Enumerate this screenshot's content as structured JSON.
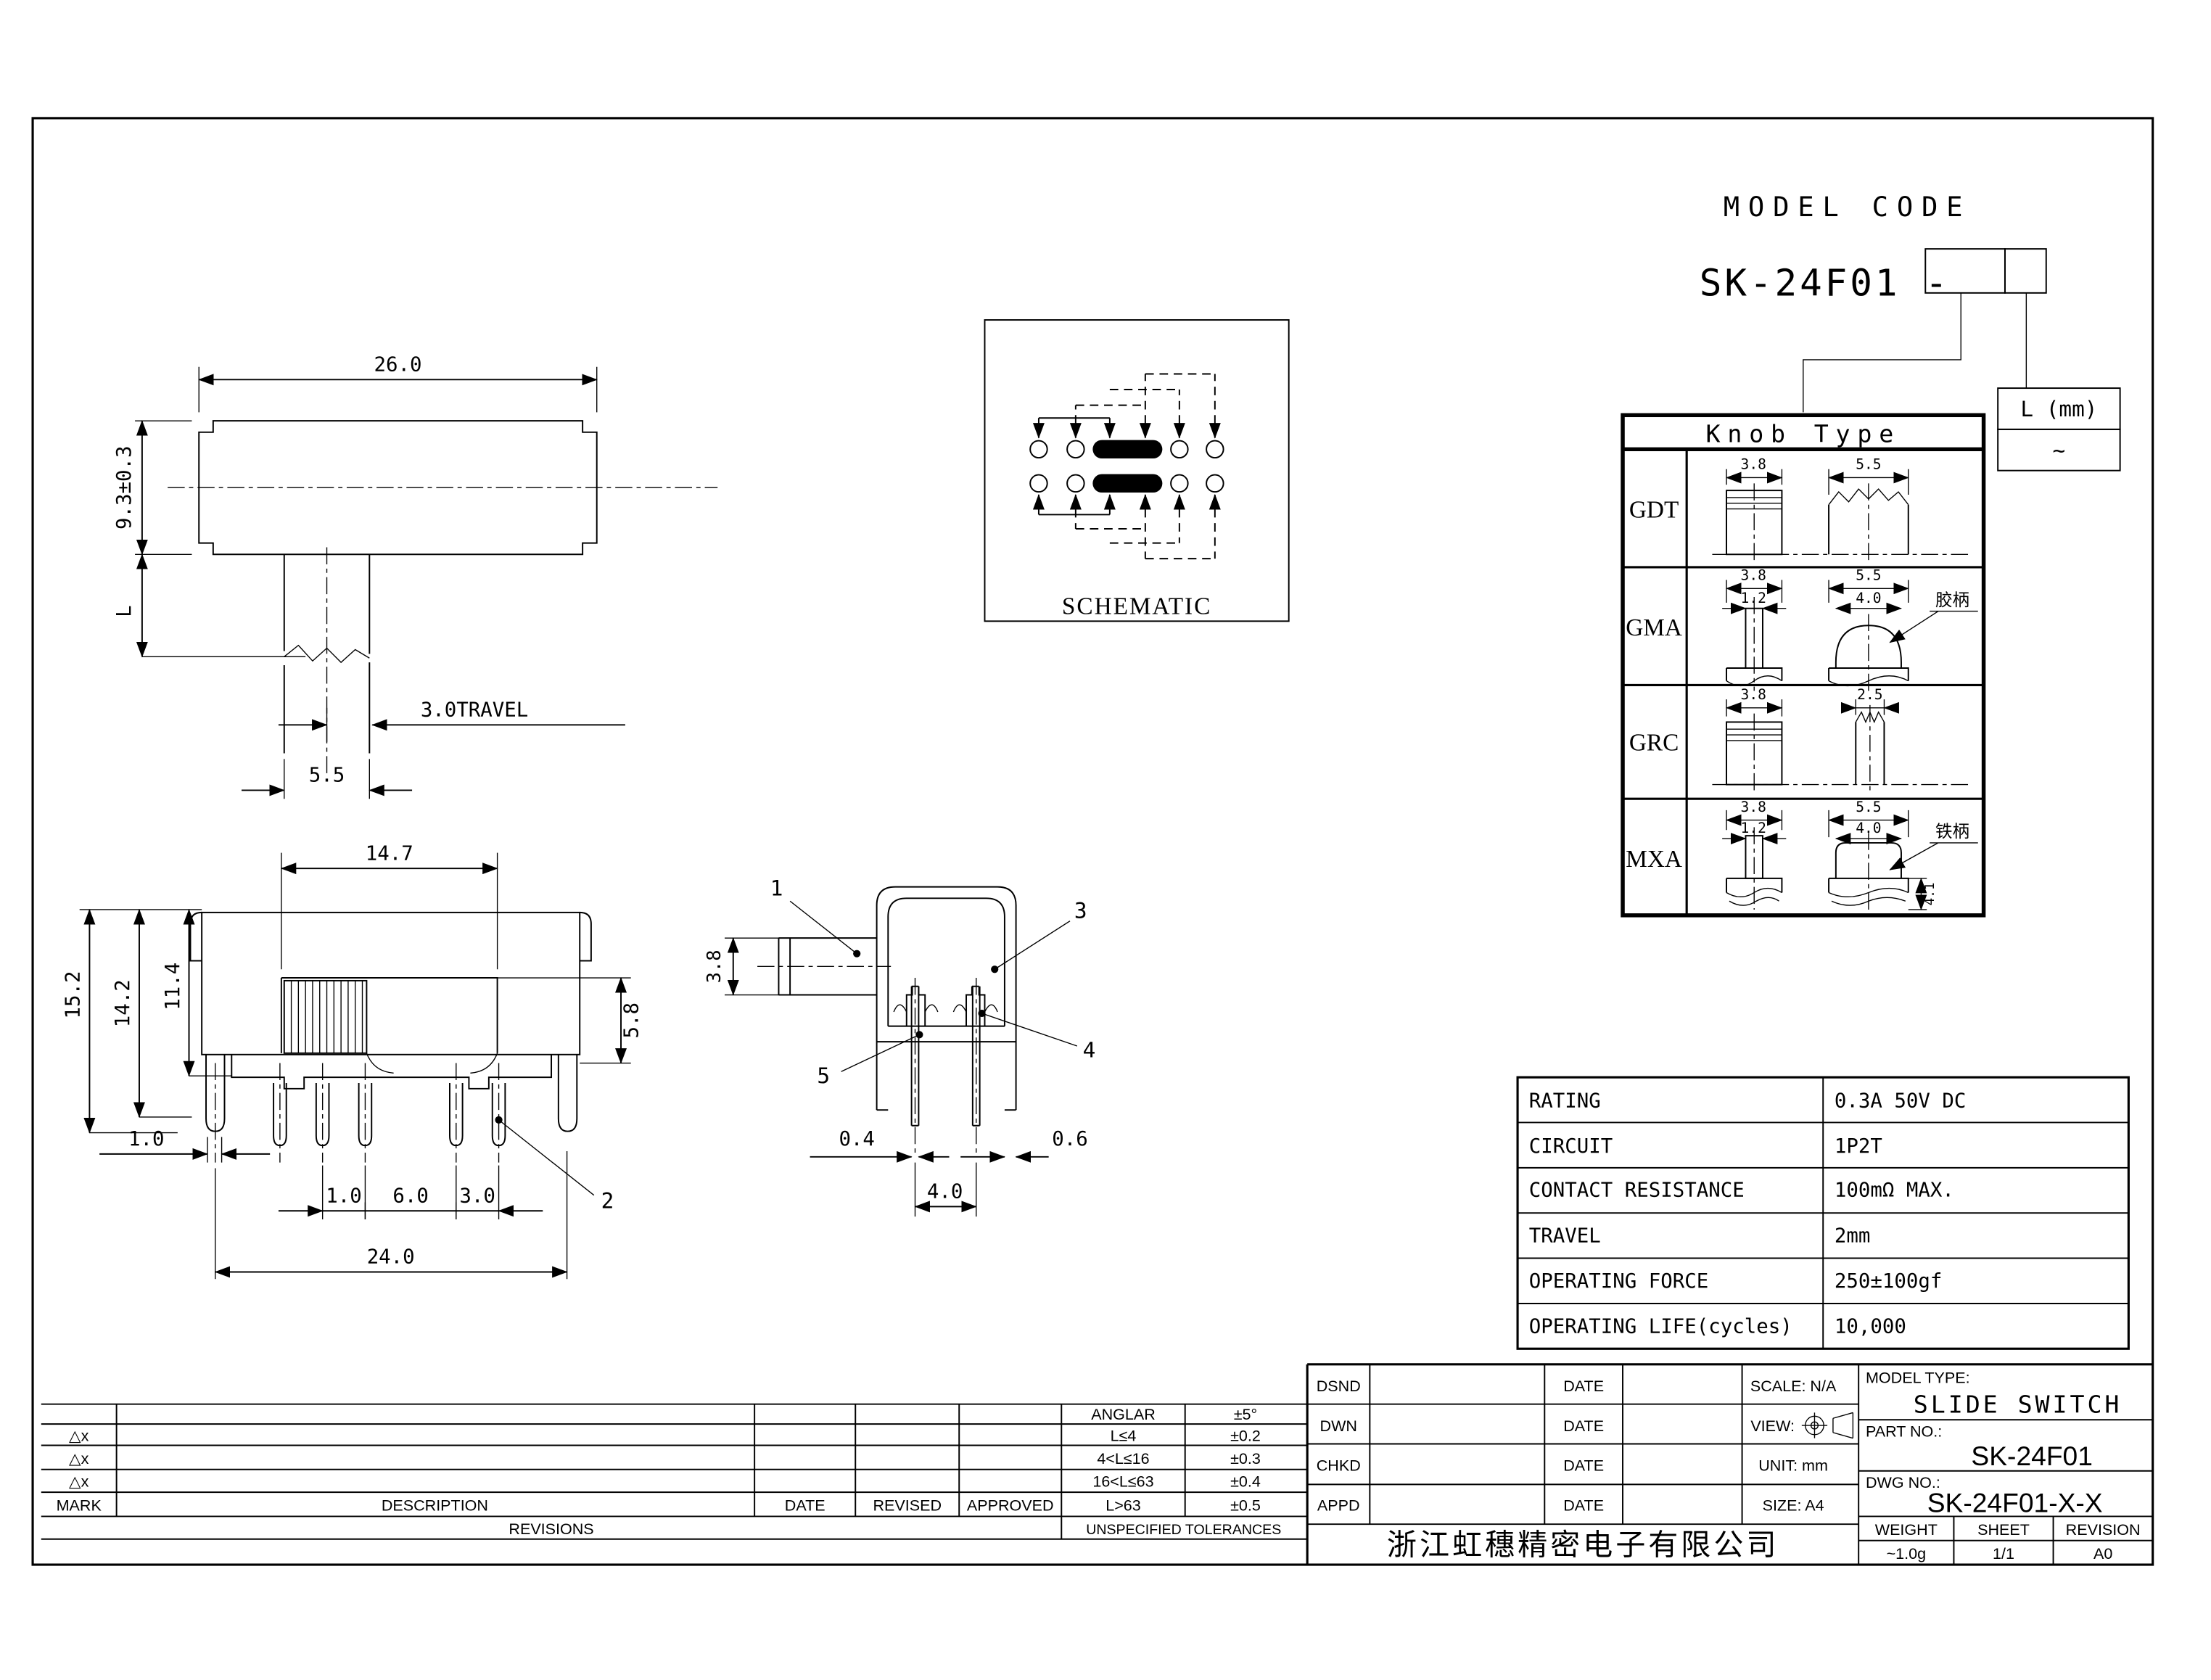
{
  "model_code": {
    "title": "MODEL CODE",
    "base_code": "SK-24F01 -",
    "length_header": "L (mm)",
    "length_value": "~"
  },
  "knob_table": {
    "title": "Knob Type",
    "rows": [
      {
        "name": "GDT",
        "front_width": "3.8",
        "side_width": "5.5"
      },
      {
        "name": "GMA",
        "front_width": "3.8",
        "stem_width": "1.2",
        "side_width": "5.5",
        "inner_width": "4.0",
        "note": "胶柄"
      },
      {
        "name": "GRC",
        "front_width": "3.8",
        "side_width": "2.5"
      },
      {
        "name": "MXA",
        "front_width": "3.8",
        "stem_width": "1.2",
        "side_width": "5.5",
        "inner_width": "4.0",
        "note": "铁柄",
        "height": "4.1"
      }
    ]
  },
  "top_view": {
    "width": "26.0",
    "height": "9.3±0.3",
    "shaft_length": "L",
    "travel": "3.0TRAVEL",
    "stem_width": "5.5"
  },
  "front_view": {
    "knob_window": "14.7",
    "h_total": "15.2",
    "h_mid": "14.2",
    "h_body": "11.4",
    "h_right": "5.8",
    "d_foot": "1.0",
    "d1": "1.0",
    "d2": "6.0",
    "d3": "3.0",
    "overall": "24.0",
    "callout_pin": "2"
  },
  "side_view": {
    "stem_height": "3.8",
    "callout_1": "1",
    "callout_3": "3",
    "callout_4": "4",
    "callout_5": "5",
    "d_pin": "0.4",
    "d_leg": "0.6",
    "d_pitch": "4.0"
  },
  "schematic": {
    "label": "SCHEMATIC"
  },
  "specs": {
    "rows": [
      {
        "label": "RATING",
        "value": "0.3A 50V DC"
      },
      {
        "label": "CIRCUIT",
        "value": "1P2T"
      },
      {
        "label": "CONTACT RESISTANCE",
        "value": "100mΩ MAX."
      },
      {
        "label": "TRAVEL",
        "value": "2mm"
      },
      {
        "label": "OPERATING FORCE",
        "value": "250±100gf"
      },
      {
        "label": "OPERATING LIFE(cycles)",
        "value": "10,000"
      }
    ]
  },
  "revisions": {
    "marks": [
      "△x",
      "△x",
      "△x"
    ],
    "mark_header": "MARK",
    "description_header": "DESCRIPTION",
    "date_header": "DATE",
    "revised_header": "REVISED",
    "approved_header": "APPROVED",
    "footer": "REVISIONS"
  },
  "tolerances": {
    "title": "UNSPECIFIED TOLERANCES",
    "rows": [
      {
        "range": "ANGLAR",
        "tol": "±5°"
      },
      {
        "range": "L≤4",
        "tol": "±0.2"
      },
      {
        "range": "4<L≤16",
        "tol": "±0.3"
      },
      {
        "range": "16<L≤63",
        "tol": "±0.4"
      },
      {
        "range": "L>63",
        "tol": "±0.5"
      }
    ]
  },
  "title_block": {
    "dsnd": "DSND",
    "dwn": "DWN",
    "chkd": "CHKD",
    "appd": "APPD",
    "date": "DATE",
    "scale": "SCALE: N/A",
    "view_label": "VIEW:",
    "unit": "UNIT: mm",
    "size": "SIZE: A4",
    "model_type_label": "MODEL TYPE:",
    "model_type": "SLIDE SWITCH",
    "part_no_label": "PART NO.:",
    "part_no": "SK-24F01",
    "dwg_no_label": "DWG NO.:",
    "dwg_no": "SK-24F01-X-X",
    "weight_label": "WEIGHT",
    "weight": "~1.0g",
    "sheet_label": "SHEET",
    "sheet": "1/1",
    "revision_label": "REVISION",
    "revision": "A0",
    "company": "浙江虹穗精密电子有限公司"
  }
}
